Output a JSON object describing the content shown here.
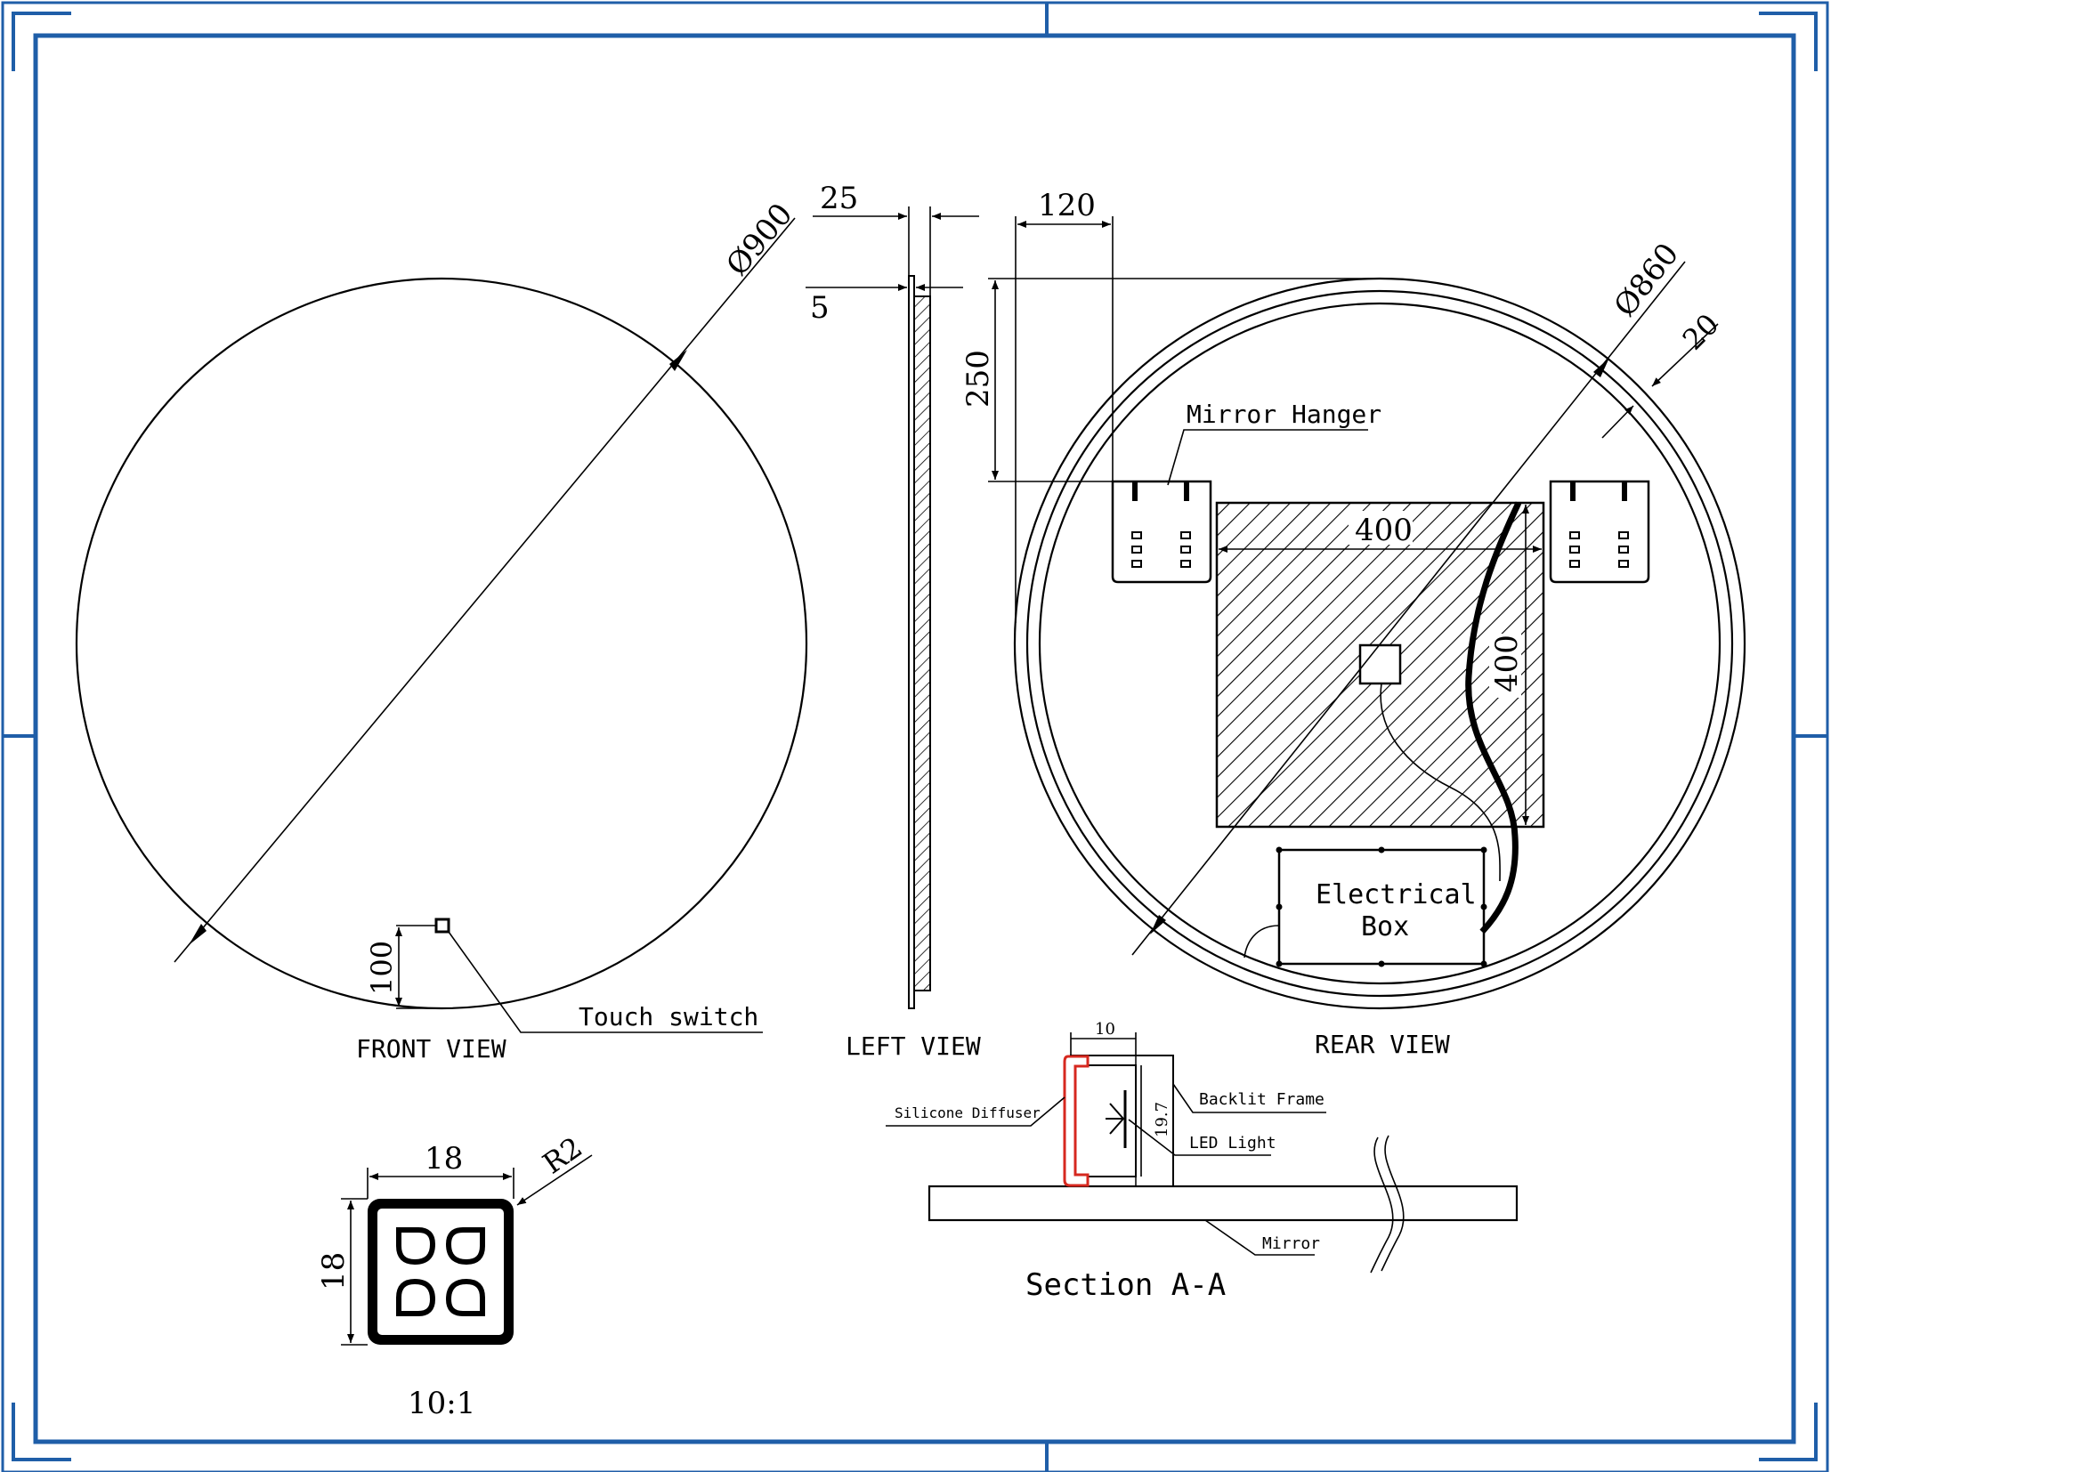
{
  "colors": {
    "frame": "#1f5ea8",
    "line": "#000000",
    "diffuser": "#d6281f",
    "background": "#ffffff"
  },
  "front_view": {
    "label": "FRONT VIEW",
    "diameter": "Ø900",
    "touch_offset": "100",
    "touch_switch_label": "Touch switch"
  },
  "left_view": {
    "label": "LEFT VIEW",
    "thickness_total": "25",
    "thickness_glass": "5"
  },
  "rear_view": {
    "label": "REAR VIEW",
    "diameter": "Ø860",
    "rim_width": "20",
    "hanger_offset_x": "120",
    "hanger_offset_y": "250",
    "hanger_label": "Mirror Hanger",
    "pad_width": "400",
    "pad_height": "400",
    "box_label_line1": "Electrical",
    "box_label_line2": "Box"
  },
  "section": {
    "title": "Section A-A",
    "width": "10",
    "height": "19.7",
    "diffuser_label": "Silicone Diffuser",
    "frame_label": "Backlit Frame",
    "led_label": "LED Light",
    "mirror_label": "Mirror"
  },
  "switch_detail": {
    "width": "18",
    "height": "18",
    "radius": "R2",
    "scale": "10:1"
  }
}
